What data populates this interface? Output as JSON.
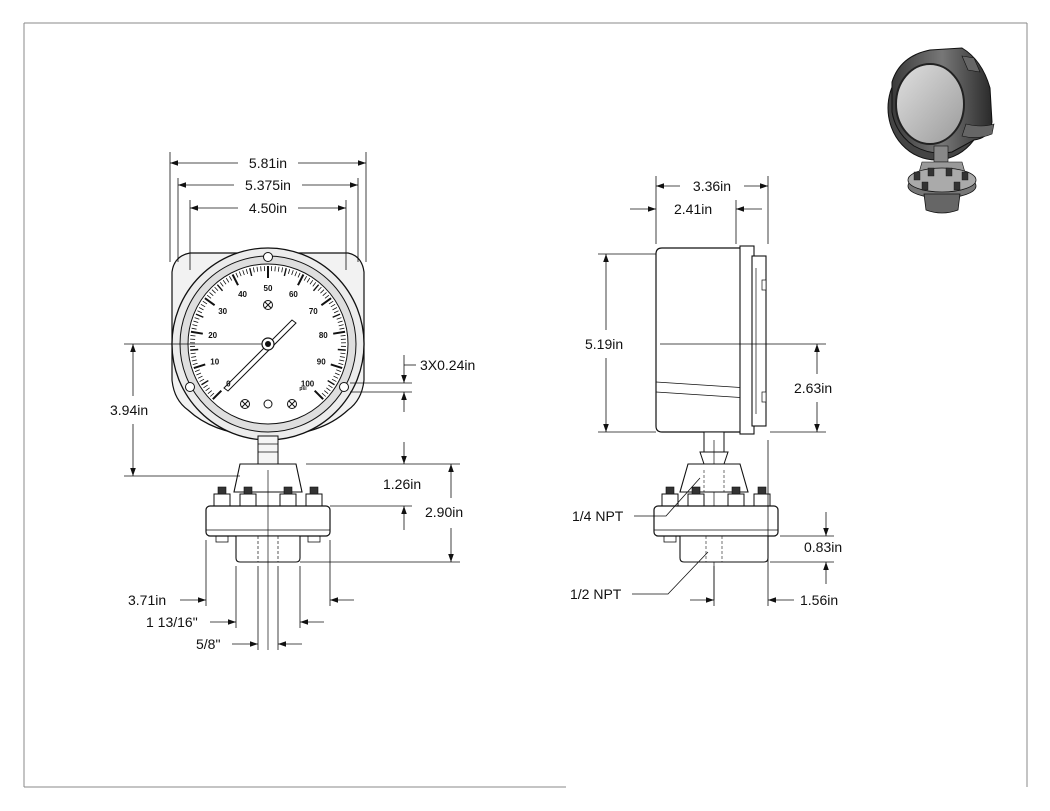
{
  "front_view": {
    "dims": {
      "overall_width": "5.81in",
      "bolt_circle": "5.375in",
      "dial_size": "4.50in",
      "center_height": "3.94in",
      "mount_holes": "3X0.24in",
      "seal_top": "1.26in",
      "seal_height": "2.90in",
      "flange_dia": "3.71in",
      "body_width": "1 13/16\"",
      "stem_width": "5/8\""
    },
    "gauge": {
      "scale_labels": [
        "0",
        "10",
        "20",
        "30",
        "40",
        "50",
        "60",
        "70",
        "80",
        "90",
        "100"
      ],
      "unit": "psi"
    }
  },
  "side_view": {
    "dims": {
      "depth": "3.36in",
      "case_depth": "2.41in",
      "case_height": "5.19in",
      "stem_center": "2.63in",
      "lower_body": "0.83in",
      "body_depth": "1.56in"
    },
    "callouts": {
      "upper_port": "1/4 NPT",
      "lower_port": "1/2 NPT"
    }
  },
  "colors": {
    "line": "#111111",
    "case_dark": "#555555",
    "case_light": "#c8c8c8",
    "ring": "#e8e8e8"
  }
}
